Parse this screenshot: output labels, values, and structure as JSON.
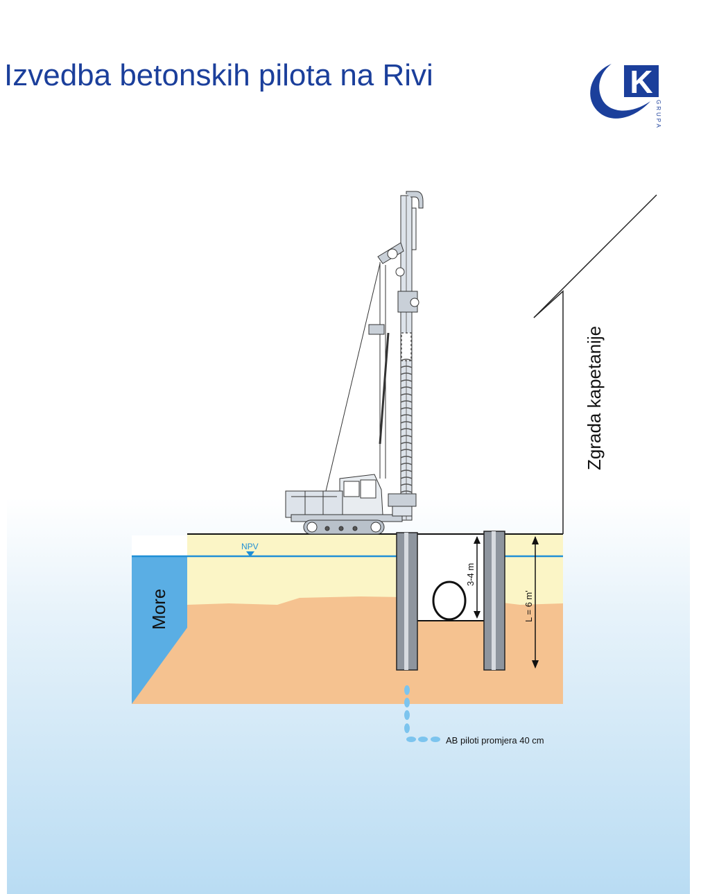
{
  "title": "Izvedba betonskih pilota na Rivi",
  "logo": {
    "letter": "K",
    "word": "GRUPA"
  },
  "labels": {
    "building": "Zgrada kapetanije",
    "sea": "More",
    "water_level": "NPV",
    "excavation_depth": "3-4 m",
    "pile_length": "L = 6 m'",
    "piles_note": "AB piloti promjera 40 cm"
  },
  "colors": {
    "title": "#1b3f9b",
    "sand_light": "#fbf5c6",
    "sand_dark": "#f5c290",
    "water_line": "#1f8fd6",
    "sea": "#5aaee4",
    "pile": "#8e959e"
  }
}
